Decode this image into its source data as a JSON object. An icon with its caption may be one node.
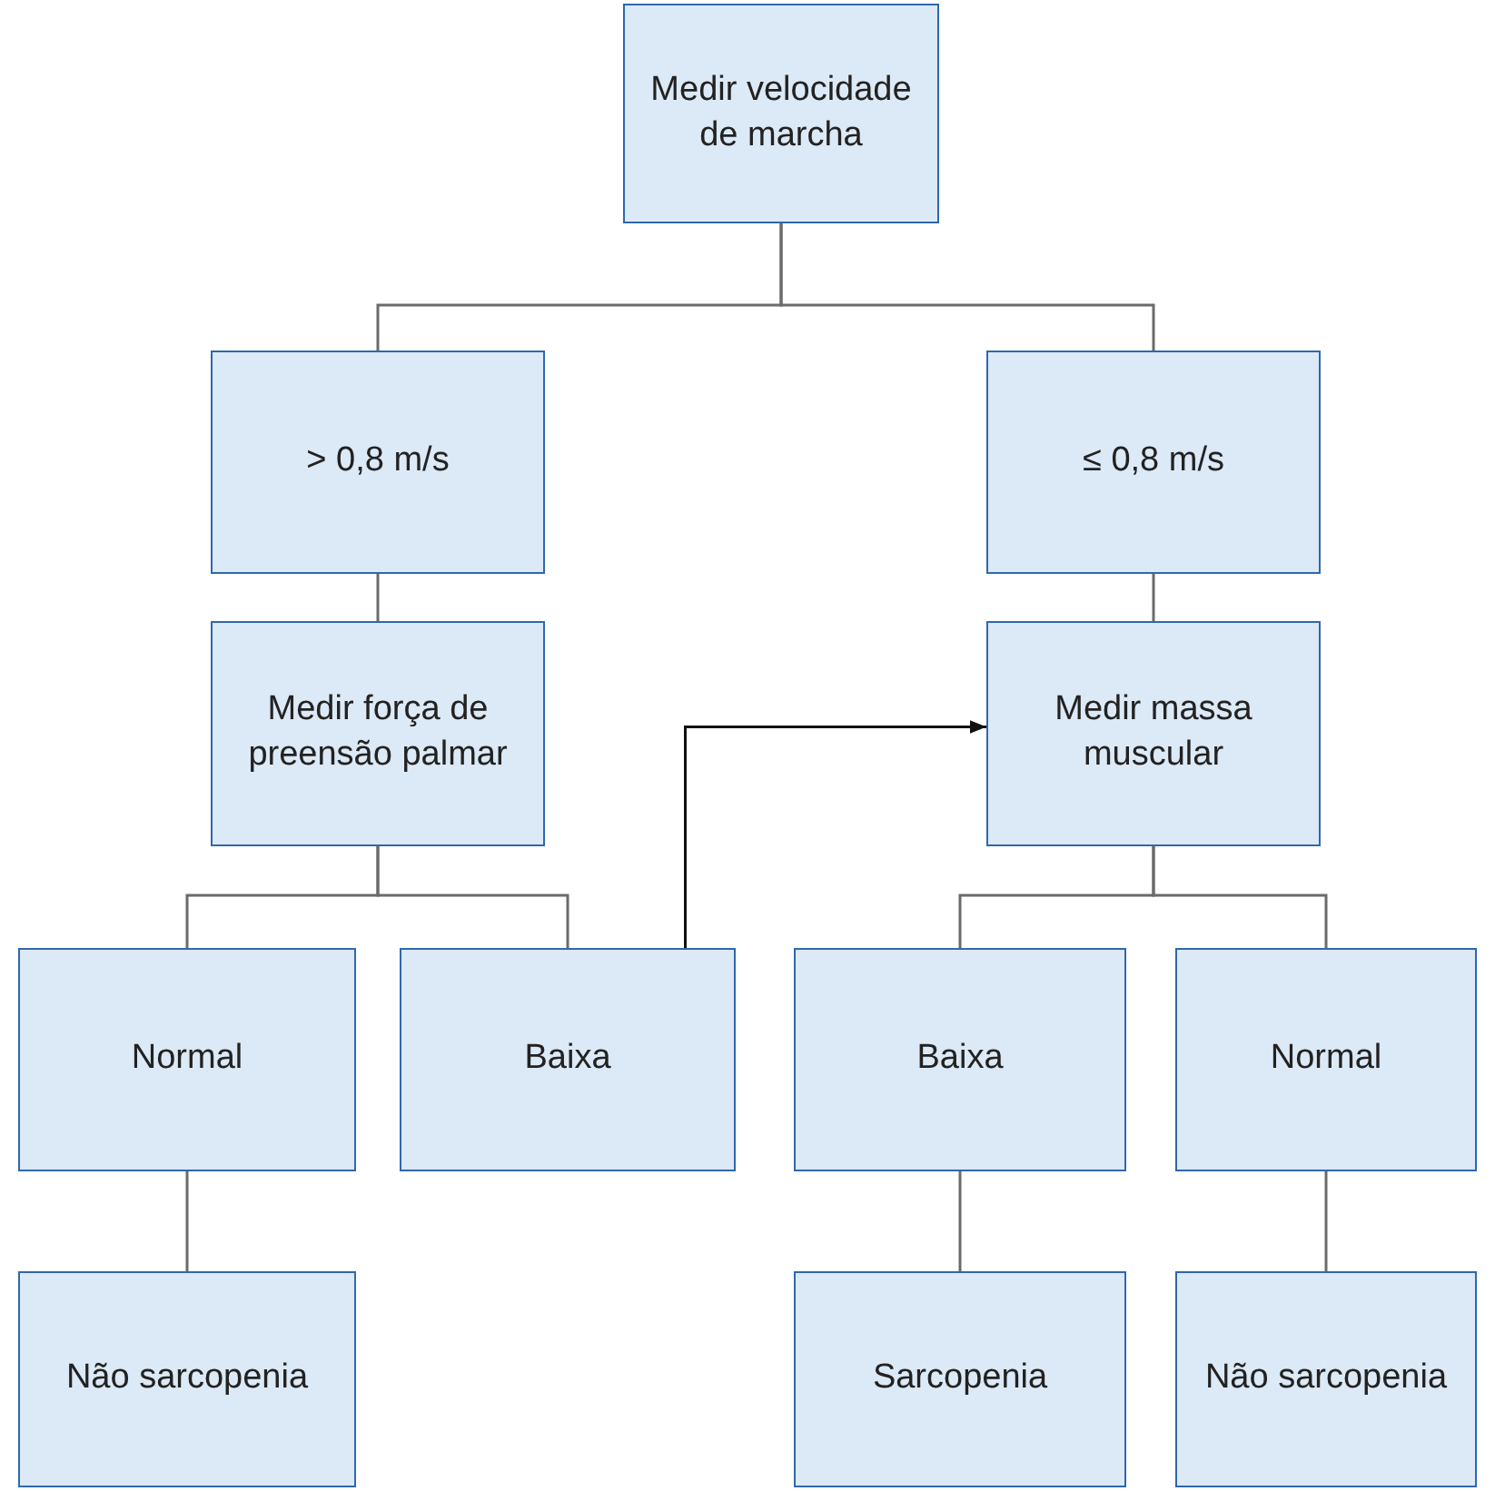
{
  "diagram": {
    "nodes": [
      {
        "text": [
          "Medir velocidade de marcha"
        ]
      },
      {
        "text": [
          "> 0,8 m/s"
        ]
      },
      {
        "text": [
          "≤ 0,8 m/s"
        ]
      },
      {
        "text": [
          "Medir força de preensão palmar"
        ]
      },
      {
        "text": [
          "Medir massa muscular"
        ]
      },
      {
        "text": [
          "Normal"
        ]
      },
      {
        "text": [
          "Baixa"
        ]
      },
      {
        "text": [
          "Baixa"
        ]
      },
      {
        "text": [
          "Normal"
        ]
      },
      {
        "text": [
          "Não sarcopenia"
        ]
      },
      {
        "text": [
          "Sarcopenia"
        ]
      },
      {
        "text": [
          "Não sarcopenia"
        ]
      }
    ],
    "edges": [
      {
        "from": 0,
        "to": 1,
        "arrow": "none"
      },
      {
        "from": 0,
        "to": 2,
        "arrow": "none"
      },
      {
        "from": 1,
        "to": 3,
        "arrow": "none"
      },
      {
        "from": 2,
        "to": 4,
        "arrow": "none"
      },
      {
        "from": 3,
        "to": 5,
        "arrow": "none"
      },
      {
        "from": 3,
        "to": 6,
        "arrow": "none"
      },
      {
        "from": 4,
        "to": 7,
        "arrow": "none"
      },
      {
        "from": 4,
        "to": 8,
        "arrow": "none"
      },
      {
        "from": 5,
        "to": 9,
        "arrow": "none"
      },
      {
        "from": 7,
        "to": 10,
        "arrow": "none"
      },
      {
        "from": 8,
        "to": 11,
        "arrow": "none"
      },
      {
        "from": 6,
        "to": 4,
        "arrow": "to",
        "color": "#111111"
      }
    ]
  }
}
